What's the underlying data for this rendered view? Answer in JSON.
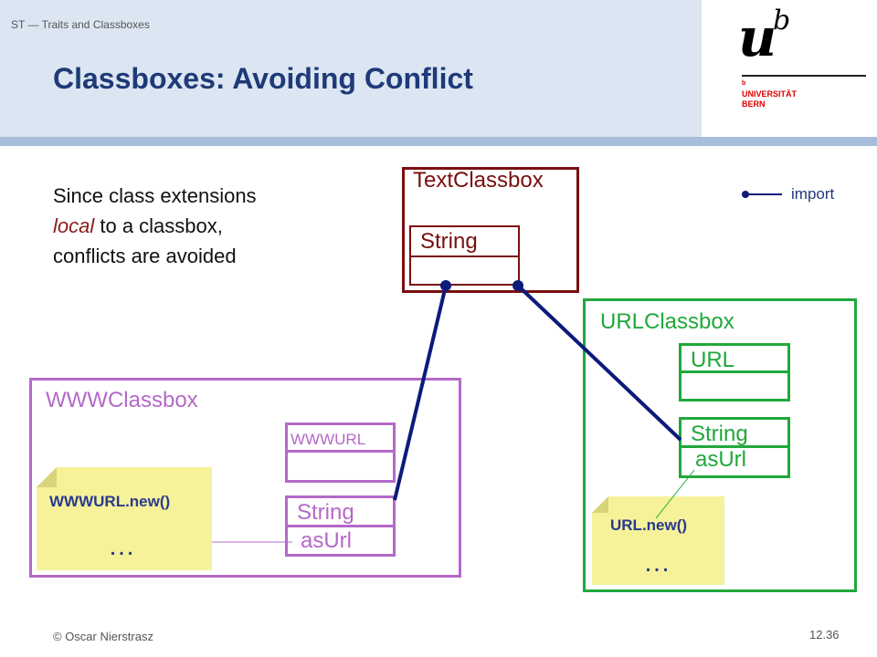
{
  "header": {
    "course": "ST — Traits and Classboxes",
    "title": "Classboxes: Avoiding Conflict"
  },
  "logo": {
    "u": "u",
    "b": "b",
    "small_b": "b",
    "line1": "UNIVERSITÄT",
    "line2": "BERN"
  },
  "intro": {
    "line1": "Since class extensions",
    "line2_em": "local",
    "line2_rest": " to a classbox,",
    "line3": "conflicts are avoided"
  },
  "legend": {
    "label": "import"
  },
  "text_classbox": {
    "title": "TextClassbox",
    "class_name": "String"
  },
  "url_classbox": {
    "title": "URLClassbox",
    "class1_name": "URL",
    "class2_name": "String",
    "class2_method": "asUrl",
    "note_text": "URL.new()",
    "note_dots": "…"
  },
  "www_classbox": {
    "title": "WWWClassbox",
    "class1_name": "WWWURL",
    "class2_name": "String",
    "class2_method": "asUrl",
    "note_text": "WWWURL.new()",
    "note_dots": "…"
  },
  "colors": {
    "text_box": "#7a0e0e",
    "url_box": "#20a83a",
    "www_box": "#b469c8",
    "import_line": "#0c1a7a",
    "header_bg": "#dce6f2"
  },
  "footer": {
    "author": "© Oscar Nierstrasz",
    "page": "12.36"
  }
}
